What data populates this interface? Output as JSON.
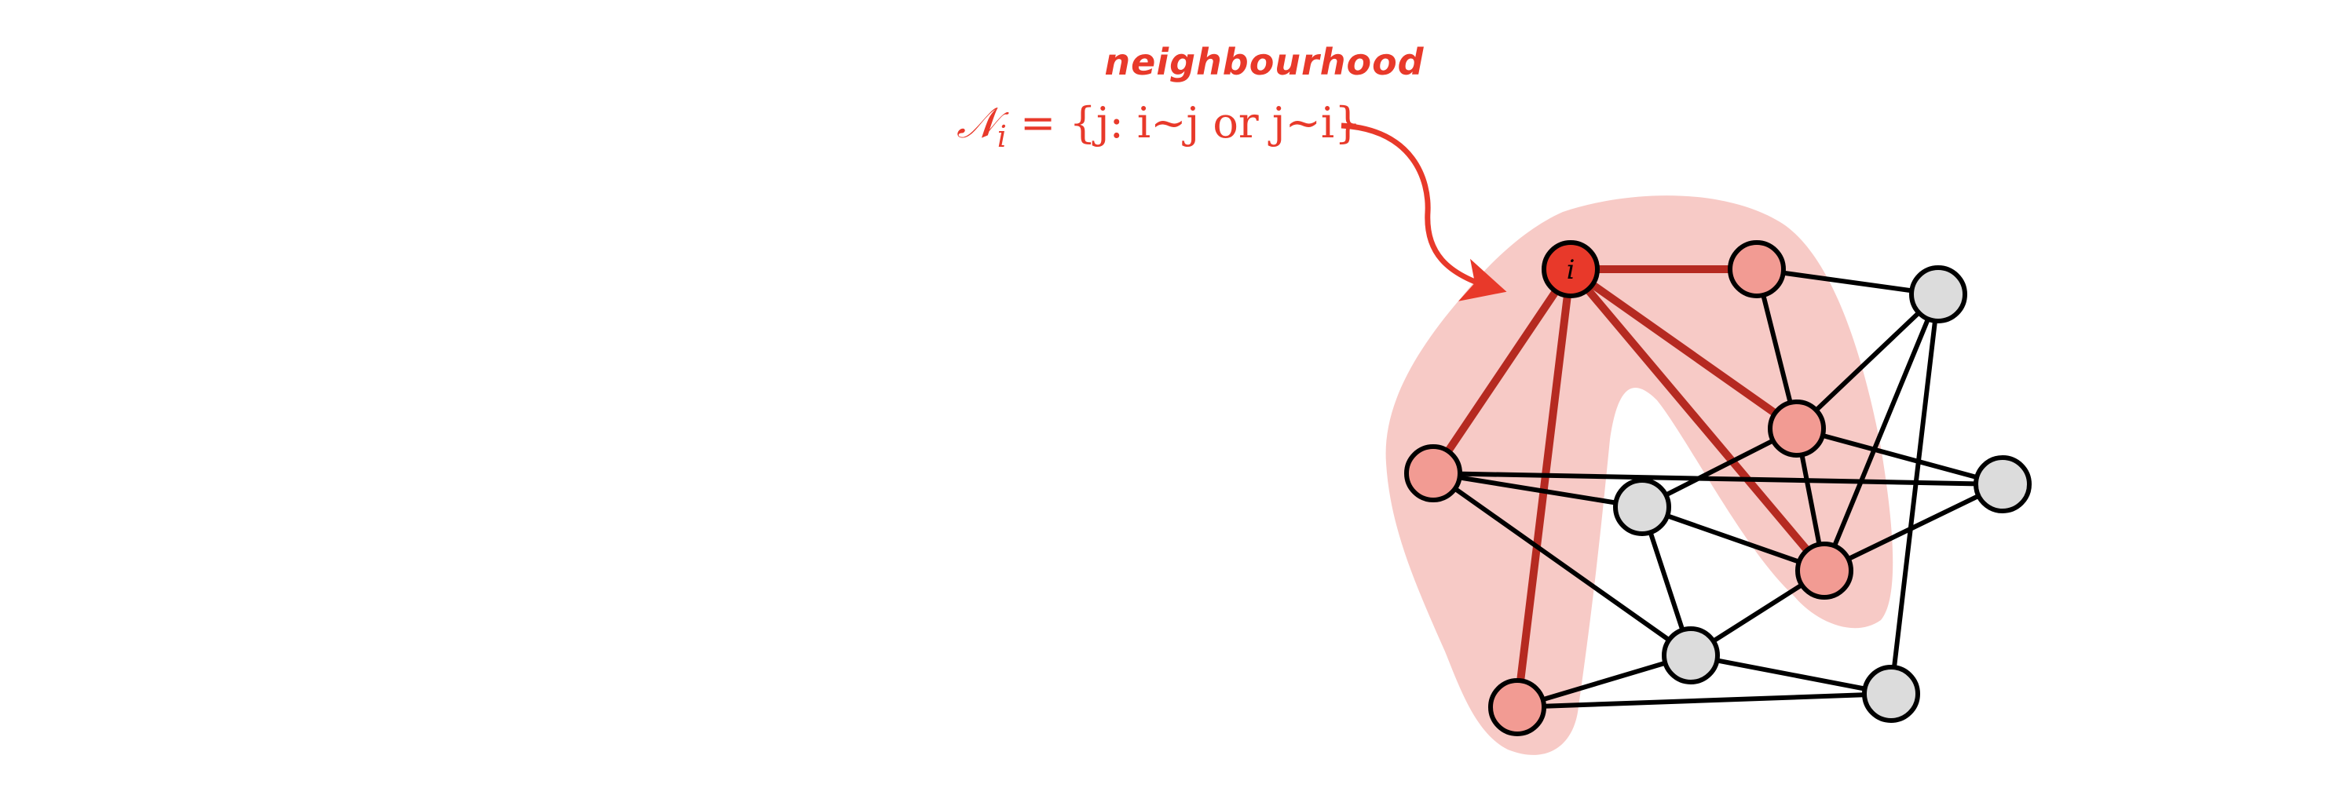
{
  "annotation": {
    "title": "neighbourhood",
    "formula_symbol": "𝒩",
    "formula_subscript": "i",
    "formula_rest": " = {j: i~j or j~i}"
  },
  "colors": {
    "highlight_region": "#f7cac6",
    "annotation_text": "#e8392a",
    "arrow": "#e8392a",
    "focal_node": "#e8392a",
    "neighbour_node": "#f29b93",
    "other_node": "#dcdcdc",
    "neighbour_edge": "#b52a21",
    "other_edge": "#000000",
    "node_stroke": "#000000"
  },
  "graph": {
    "focal_node_label": "i",
    "nodes": [
      {
        "id": "i",
        "role": "focal"
      },
      {
        "id": "n1",
        "role": "neighbour"
      },
      {
        "id": "n2",
        "role": "neighbour"
      },
      {
        "id": "n3",
        "role": "neighbour"
      },
      {
        "id": "n4",
        "role": "neighbour"
      },
      {
        "id": "n5",
        "role": "neighbour"
      },
      {
        "id": "g1",
        "role": "other"
      },
      {
        "id": "g2",
        "role": "other"
      },
      {
        "id": "g3",
        "role": "other"
      },
      {
        "id": "g4",
        "role": "other"
      },
      {
        "id": "g5",
        "role": "other"
      }
    ],
    "edges": [
      {
        "from": "i",
        "to": "n1",
        "neighbour": true
      },
      {
        "from": "i",
        "to": "n2",
        "neighbour": true
      },
      {
        "from": "i",
        "to": "n3",
        "neighbour": true
      },
      {
        "from": "i",
        "to": "n4",
        "neighbour": true
      },
      {
        "from": "i",
        "to": "n5",
        "neighbour": true
      },
      {
        "from": "n1",
        "to": "n2",
        "neighbour": false
      },
      {
        "from": "n1",
        "to": "g1",
        "neighbour": false
      },
      {
        "from": "n2",
        "to": "g1",
        "neighbour": false
      },
      {
        "from": "n2",
        "to": "n4",
        "neighbour": false
      },
      {
        "from": "n2",
        "to": "g2",
        "neighbour": false
      },
      {
        "from": "n2",
        "to": "g3",
        "neighbour": false
      },
      {
        "from": "n3",
        "to": "g3",
        "neighbour": false
      },
      {
        "from": "n3",
        "to": "g2",
        "neighbour": false
      },
      {
        "from": "n3",
        "to": "g4",
        "neighbour": false
      },
      {
        "from": "g3",
        "to": "n4",
        "neighbour": false
      },
      {
        "from": "g3",
        "to": "g4",
        "neighbour": false
      },
      {
        "from": "g1",
        "to": "n4",
        "neighbour": false
      },
      {
        "from": "g1",
        "to": "g5",
        "neighbour": false
      },
      {
        "from": "n4",
        "to": "g2",
        "neighbour": false
      },
      {
        "from": "n4",
        "to": "g4",
        "neighbour": false
      },
      {
        "from": "g4",
        "to": "n5",
        "neighbour": false
      },
      {
        "from": "g4",
        "to": "g5",
        "neighbour": false
      },
      {
        "from": "n5",
        "to": "g5",
        "neighbour": false
      }
    ]
  }
}
